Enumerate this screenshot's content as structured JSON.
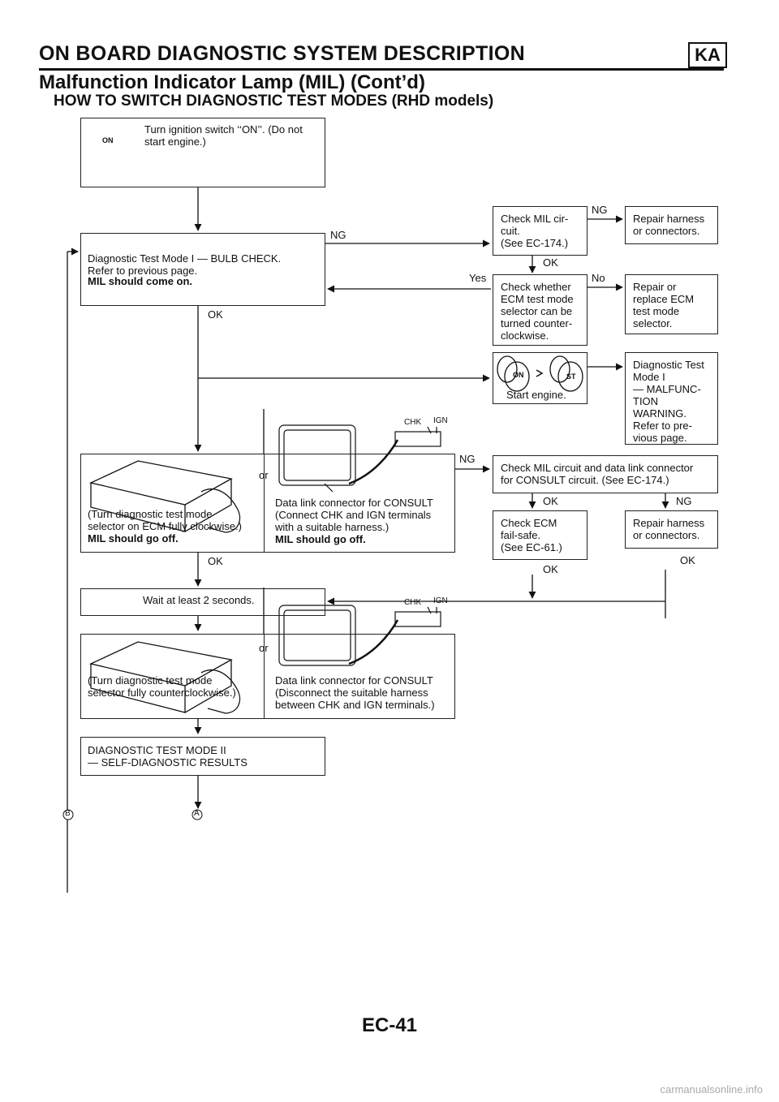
{
  "header": {
    "title": "ON BOARD DIAGNOSTIC SYSTEM DESCRIPTION",
    "badge": "KA",
    "subtitle": "Malfunction Indicator Lamp (MIL) (Cont’d)"
  },
  "section_title": "HOW TO SWITCH DIAGNOSTIC TEST MODES (RHD models)",
  "boxes": {
    "ignition": "Turn ignition switch ‘‘ON’’. (Do not\nstart engine.)",
    "mode1_line1": "Diagnostic Test Mode I — BULB CHECK.\nRefer to previous page.",
    "mode1_line2": "MIL should come on.",
    "check_mil": "Check MIL cir-\ncuit.\n(See EC-174.)",
    "repair_harness1": "Repair harness\nor connectors.",
    "check_selector": "Check whether\nECM test mode\nselector can be\nturned counter-\nclockwise.",
    "repair_ecm": "Repair or\nreplace ECM\ntest mode\nselector.",
    "start_engine": "Start engine.",
    "mode1_malfunc": "Diagnostic Test\nMode I\n— MALFUNC-\n     TION\n     WARNING.\n     Refer to pre-\n     vious page.",
    "turn_cw": "(Turn diagnostic test mode\nselector on ECM fully clockwise.)",
    "turn_cw_bold": "MIL should go off.",
    "consult_connect": "Data link connector for CONSULT\n(Connect CHK and IGN terminals\nwith a suitable harness.)",
    "consult_connect_bold": "MIL should go off.",
    "check_mil_consult": "Check MIL circuit and data link connector\nfor CONSULT circuit. (See EC-174.)",
    "check_ecm": "Check ECM\nfail-safe.\n(See EC-61.)",
    "repair_harness2": "Repair harness\nor connectors.",
    "wait": "Wait at least 2 seconds.",
    "turn_ccw": "(Turn diagnostic test mode\nselector fully counterclockwise.)",
    "consult_disconnect": "Data link connector for CONSULT\n(Disconnect the suitable harness\nbetween CHK and IGN terminals.)",
    "mode2": "DIAGNOSTIC TEST MODE II\n— SELF-DIAGNOSTIC RESULTS"
  },
  "labels": {
    "ng": "NG",
    "ok": "OK",
    "yes": "Yes",
    "no": "No",
    "or": "or",
    "chk": "CHK",
    "ign": "IGN",
    "key_on": "ON",
    "key_st": "ST",
    "conn_a": "A",
    "conn_b": "B"
  },
  "footer": "EC-41",
  "watermark": "carmanualsonline.info"
}
